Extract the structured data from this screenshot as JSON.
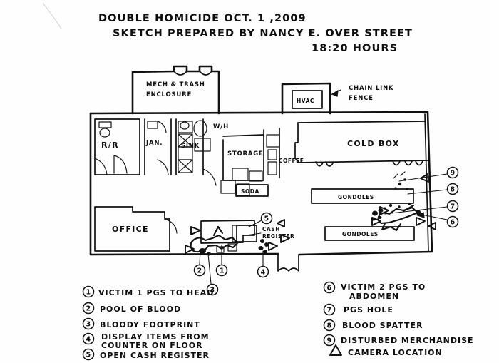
{
  "document": {
    "type": "crime-scene-sketch",
    "title_line1": "DOUBLE HOMICIDE  OCT. 1 ,2009",
    "title_line2": "SKETCH PREPARED BY NANCY E. OVER STREET",
    "title_line3": "18:20 HOURS"
  },
  "exterior": {
    "mech_trash_line1": "MECH & TRASH",
    "mech_trash_line2": "ENCLOSURE",
    "hvac": "HVAC",
    "chain_link_line1": "CHAIN LINK",
    "chain_link_line2": "FENCE"
  },
  "rooms": {
    "restroom": "R/R",
    "janitor": "JAN.",
    "water_heater": "W/H",
    "sink": "SINK",
    "storage": "STORAGE",
    "soda": "SODA",
    "coffee": "COFFEE",
    "cold_box": "COLD BOX",
    "gondoles_upper": "GONDOLES",
    "gondoles_lower": "GONDOLES",
    "office": "OFFICE",
    "cash_register_line1": "CASH",
    "cash_register_line2": "REGISTER"
  },
  "markers": {
    "m1": "1",
    "m2": "2",
    "m3": "3",
    "m4": "4",
    "m5": "5",
    "m6": "6",
    "m7": "7",
    "m8": "8",
    "m9": "9"
  },
  "legend": {
    "left": [
      {
        "num": "1",
        "text": "VICTIM 1 PGS TO HEAD",
        "text2": ""
      },
      {
        "num": "2",
        "text": "POOL OF BLOOD",
        "text2": ""
      },
      {
        "num": "3",
        "text": "BLOODY FOOTPRINT",
        "text2": ""
      },
      {
        "num": "4",
        "text": "DISPLAY  ITEMS FROM",
        "text2": "COUNTER ON FLOOR"
      },
      {
        "num": "5",
        "text": "OPEN CASH REGISTER",
        "text2": ""
      }
    ],
    "right": [
      {
        "num": "6",
        "text": "VICTIM 2 PGS TO",
        "text2": "ABDOMEN"
      },
      {
        "num": "7",
        "text": "PGS HOLE",
        "text2": ""
      },
      {
        "num": "8",
        "text": "BLOOD SPATTER",
        "text2": ""
      },
      {
        "num": "9",
        "text": "DISTURBED MERCHANDISE",
        "text2": ""
      }
    ],
    "camera_symbol": "triangle-icon",
    "camera_text": "CAMERA LOCATION"
  },
  "colors": {
    "ink": "#111111",
    "paper": "#fefefe"
  }
}
